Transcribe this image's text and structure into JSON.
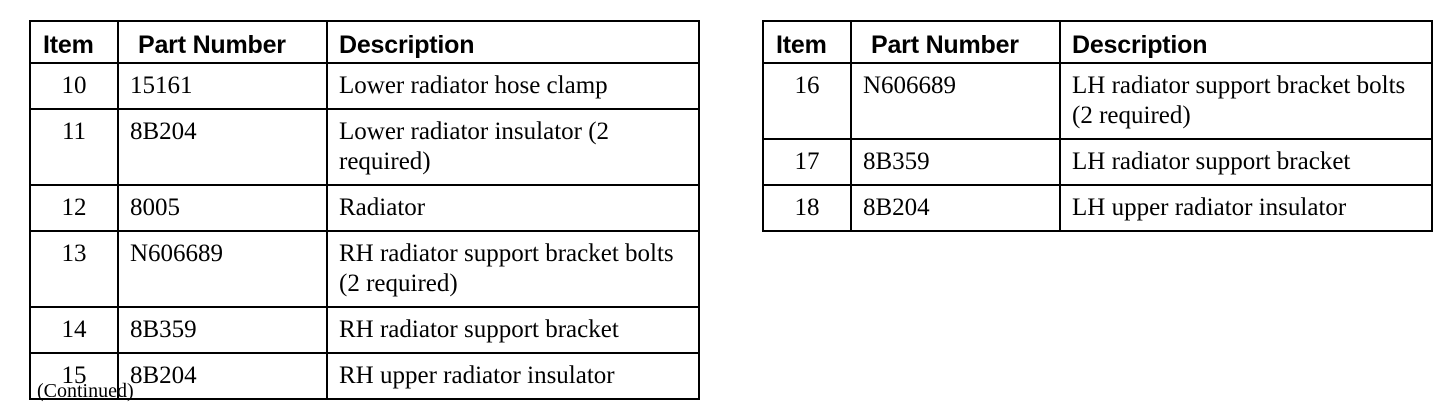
{
  "headers": {
    "item": "Item",
    "part_number": "Part Number",
    "description": "Description"
  },
  "left_table": {
    "rows": [
      {
        "item": "10",
        "part_number": "15161",
        "description": "Lower radiator hose clamp"
      },
      {
        "item": "11",
        "part_number": "8B204",
        "description": "Lower radiator insulator (2 required)"
      },
      {
        "item": "12",
        "part_number": "8005",
        "description": "Radiator"
      },
      {
        "item": "13",
        "part_number": "N606689",
        "description": "RH radiator support bracket bolts (2 required)"
      },
      {
        "item": "14",
        "part_number": "8B359",
        "description": "RH radiator support bracket"
      },
      {
        "item": "15",
        "part_number": "8B204",
        "description": "RH upper radiator insulator"
      }
    ]
  },
  "right_table": {
    "rows": [
      {
        "item": "16",
        "part_number": "N606689",
        "description": "LH radiator support bracket bolts (2 required)"
      },
      {
        "item": "17",
        "part_number": "8B359",
        "description": "LH radiator support bracket"
      },
      {
        "item": "18",
        "part_number": "8B204",
        "description": "LH upper radiator insulator"
      }
    ]
  },
  "footer": {
    "continued": "(Continued)"
  }
}
